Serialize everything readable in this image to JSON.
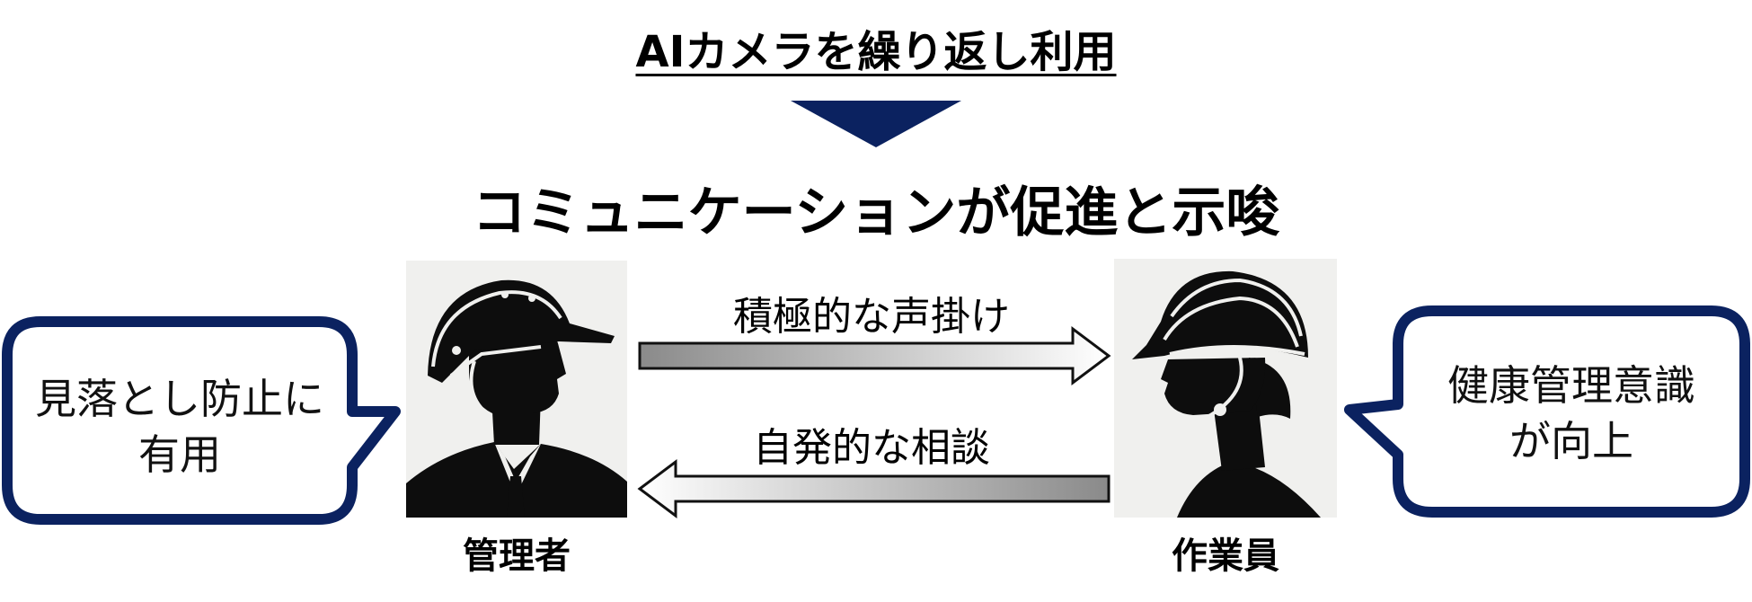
{
  "headline": "AIカメラを繰り返し利用",
  "subheadline": "コミュニケーションが促進と示唆",
  "manager": {
    "label": "管理者",
    "bubble_line1": "見落とし防止に",
    "bubble_line2": "有用"
  },
  "worker": {
    "label": "作業員",
    "bubble_line1": "健康管理意識",
    "bubble_line2": "が向上"
  },
  "arrows": {
    "to_worker_label": "積極的な声掛け",
    "to_manager_label": "自発的な相談"
  },
  "colors": {
    "navy": "#0b2260",
    "silhouette": "#0d0d0d"
  }
}
